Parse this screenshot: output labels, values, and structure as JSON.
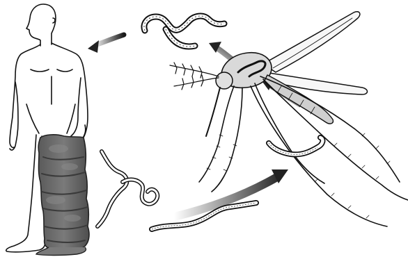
{
  "diagram": {
    "kind": "lifecycle-illustration",
    "caption": "",
    "style": "black-and-white ink drawing",
    "subjects": [
      "human-figure",
      "mosquito",
      "larva",
      "microfilaria"
    ],
    "colors": {
      "ink": "#111111",
      "swelling": "#6a6a6a",
      "arrow": "#2a2a2a",
      "background": "#ffffff"
    }
  }
}
